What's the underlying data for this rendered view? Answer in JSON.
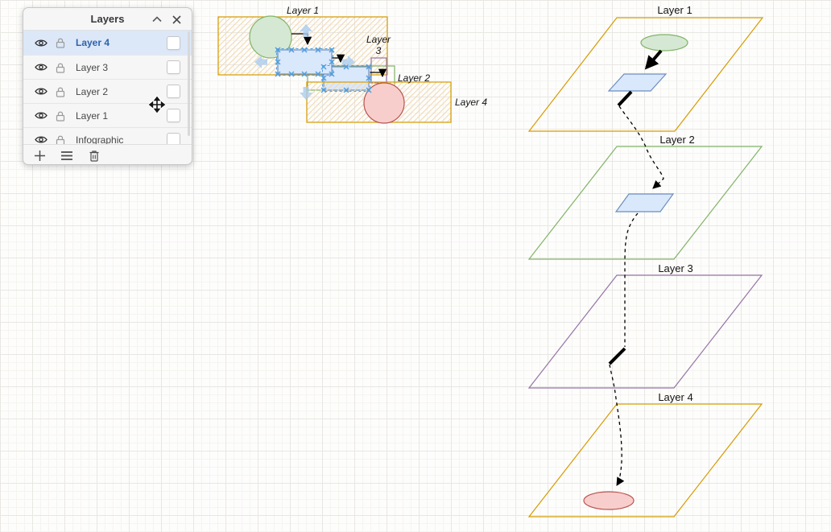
{
  "palette": {
    "orange_stroke": "#d79b00",
    "hatch_orange": "#f0d8ae",
    "green_stroke": "#82b366",
    "green_fill": "#d5e8d4",
    "blue_stroke": "#6c8ebf",
    "blue_fill": "#dae8fc",
    "red_stroke": "#b85450",
    "red_fill": "#f8cecc",
    "purple_stroke": "#9673a6",
    "selection_blue": "#52a0e0",
    "ghost_blue": "#aacdef",
    "panel_selected_row_bg": "#dce8f8",
    "panel_selected_text": "#2f62ab"
  },
  "layers_panel": {
    "title": "Layers",
    "header_icons": {
      "collapse": "chevron-up-icon",
      "close": "close-icon"
    },
    "rows": [
      {
        "label": "Layer 4",
        "selected": true,
        "visible": true,
        "locked": false,
        "checked": false
      },
      {
        "label": "Layer 3",
        "selected": false,
        "visible": true,
        "locked": false,
        "checked": false
      },
      {
        "label": "Layer 2",
        "selected": false,
        "visible": true,
        "locked": false,
        "checked": false
      },
      {
        "label": "Layer 1",
        "selected": false,
        "visible": true,
        "locked": false,
        "checked": false
      },
      {
        "label": "Infographic",
        "selected": false,
        "visible": true,
        "locked": false,
        "checked": false
      }
    ],
    "toolbar_icons": [
      "plus-icon",
      "menu-icon",
      "trash-icon"
    ]
  },
  "canvas": {
    "overlap": {
      "layer1": "Layer 1",
      "layer2": "Layer 2",
      "layer3_line1": "Layer",
      "layer3_line2": "3",
      "layer4": "Layer 4"
    },
    "stack": {
      "layer1": "Layer 1",
      "layer2": "Layer 2",
      "layer3": "Layer 3",
      "layer4": "Layer 4"
    }
  }
}
